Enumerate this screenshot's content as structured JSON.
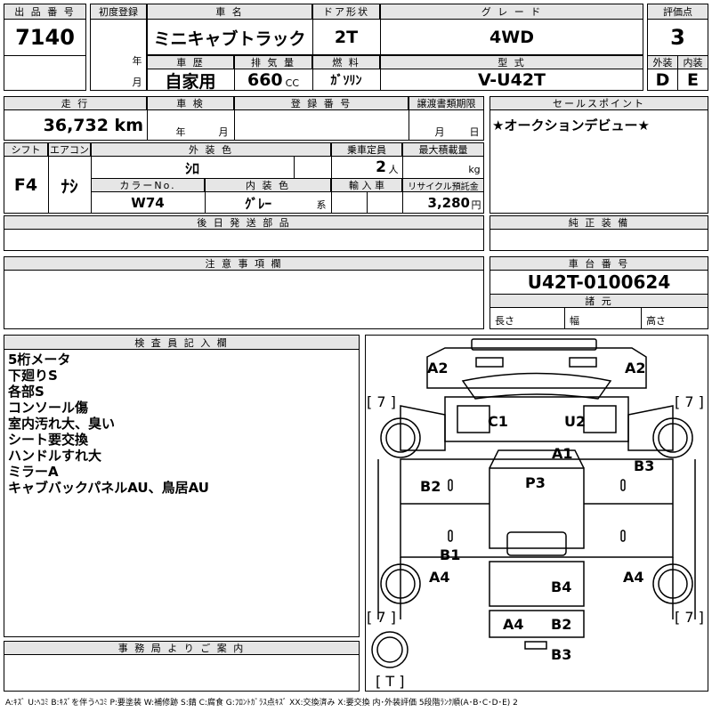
{
  "header": {
    "lot_no_label": "出 品 番 号",
    "lot_no": "7140",
    "first_reg_label": "初度登録",
    "year_mark": "年",
    "month_mark": "月",
    "car_name_label": "車 名",
    "car_name": "ミニキャブトラック",
    "door_label": "ドア形状",
    "door": "2T",
    "grade_label": "グ レ ー ド",
    "grade": "4WD",
    "score_label": "評価点",
    "score": "3",
    "history_label": "車 歴",
    "history": "自家用",
    "displacement_label": "排 気 量",
    "displacement": "660",
    "displacement_unit": "CC",
    "fuel_label": "燃 料",
    "fuel": "ｶﾞｿﾘﾝ",
    "model_label": "型 式",
    "model": "V-U42T",
    "exterior_label": "外装",
    "exterior_grade": "D",
    "interior_label": "内装",
    "interior_grade": "E"
  },
  "row2": {
    "mileage_label": "走 行",
    "mileage": "36,732 km",
    "inspection_label": "車 検",
    "year_mark": "年",
    "month_mark": "月",
    "reg_no_label": "登 録 番 号",
    "transfer_label": "譲渡書類期限",
    "day_mark": "日",
    "sales_label": "セールスポイント",
    "sales_point": "★オークションデビュー★"
  },
  "row3": {
    "shift_label": "シフト",
    "shift": "F4",
    "ac_label": "エアコン",
    "ac": "ﾅｼ",
    "color_label": "外 装 色",
    "color": "ｼﾛ",
    "capacity_label": "乗車定員",
    "capacity": "2",
    "capacity_unit": "人",
    "load_label": "最大積載量",
    "load_unit": "kg",
    "color_no_label": "カラーNo.",
    "color_no": "W74",
    "int_color_label": "内 装 色",
    "int_color": "ｸﾞﾚｰ",
    "int_color_unit": "系",
    "import_label": "輸 入 車",
    "recycle_label": "リサイクル預託金",
    "recycle": "3,280",
    "recycle_unit": "円"
  },
  "boxes": {
    "later_parts_label": "後 日 発 送 部 品",
    "genuine_label": "純 正 装 備",
    "notes_label": "注 意 事 項 欄",
    "chassis_label": "車 台 番 号",
    "chassis": "U42T-0100624",
    "spec_label": "諸 元",
    "length_label": "長さ",
    "width_label": "幅",
    "height_label": "高さ",
    "inspector_label": "検 査 員 記 入 欄",
    "office_label": "事 務 局 よ り ご 案 内"
  },
  "inspector_notes": [
    "5桁メータ",
    "下廻りS",
    "各部S",
    "コンソール傷",
    "室内汚れ大、臭い",
    "シート要交換",
    "ハンドルすれ大",
    "ミラーA",
    "キャブバックパネルAU、鳥居AU"
  ],
  "diagram": {
    "tl": "A2",
    "tr": "A2",
    "fl7": "[ 7 ]",
    "fr7": "[ 7 ]",
    "c1": "C1",
    "u2": "U2",
    "a1": "A1",
    "b3r": "B3",
    "b2": "B2",
    "p3": "P3",
    "b1": "B1",
    "a4l": "A4",
    "a4r": "A4",
    "b4": "B4",
    "rl7": "[ 7 ]",
    "rr7": "[ 7 ]",
    "a4c": "A4",
    "b2c": "B2",
    "b3b": "B3",
    "t": "[ T ]"
  },
  "legend": "A:ｷｽﾞ U:ﾍｺﾐ B:ｷｽﾞを伴うﾍｺﾐ P:要塗装 W:補修跡 S:錆 C:腐食 G:ﾌﾛﾝﾄｶﾞﾗｽ点ｷｽﾞ XX:交換済み X:要交換  内･外装評価 5段階ﾗﾝｸ順(A･B･C･D･E) 2"
}
